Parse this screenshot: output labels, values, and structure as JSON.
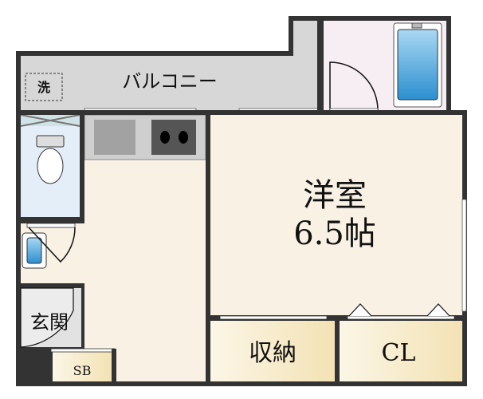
{
  "rooms": {
    "balcony": "バルコニー",
    "washer": "洗",
    "western_room": "洋室",
    "western_room_size": "6.5帖",
    "entrance": "玄関",
    "shoe_box": "SB",
    "storage": "収納",
    "closet": "CL"
  },
  "colors": {
    "wall": "#333333",
    "balcony": "#d7d7d7",
    "floor": "#f8f1e4",
    "storage": "#f7ecc9",
    "bath": "#f6eef3",
    "toilet": "#e4eef8",
    "water": "#3f9fd8"
  }
}
